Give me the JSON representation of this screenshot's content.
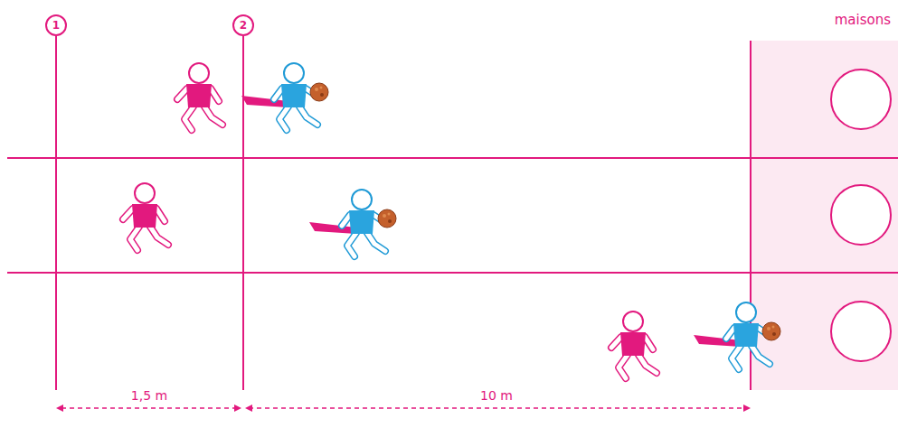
{
  "diagram": {
    "nodes": [
      {
        "text": [
          "1"
        ]
      },
      {
        "text": [
          "2"
        ]
      },
      {
        "text": [
          "maisons"
        ]
      }
    ],
    "labels": [
      "1,5 m",
      "10 m"
    ]
  }
}
